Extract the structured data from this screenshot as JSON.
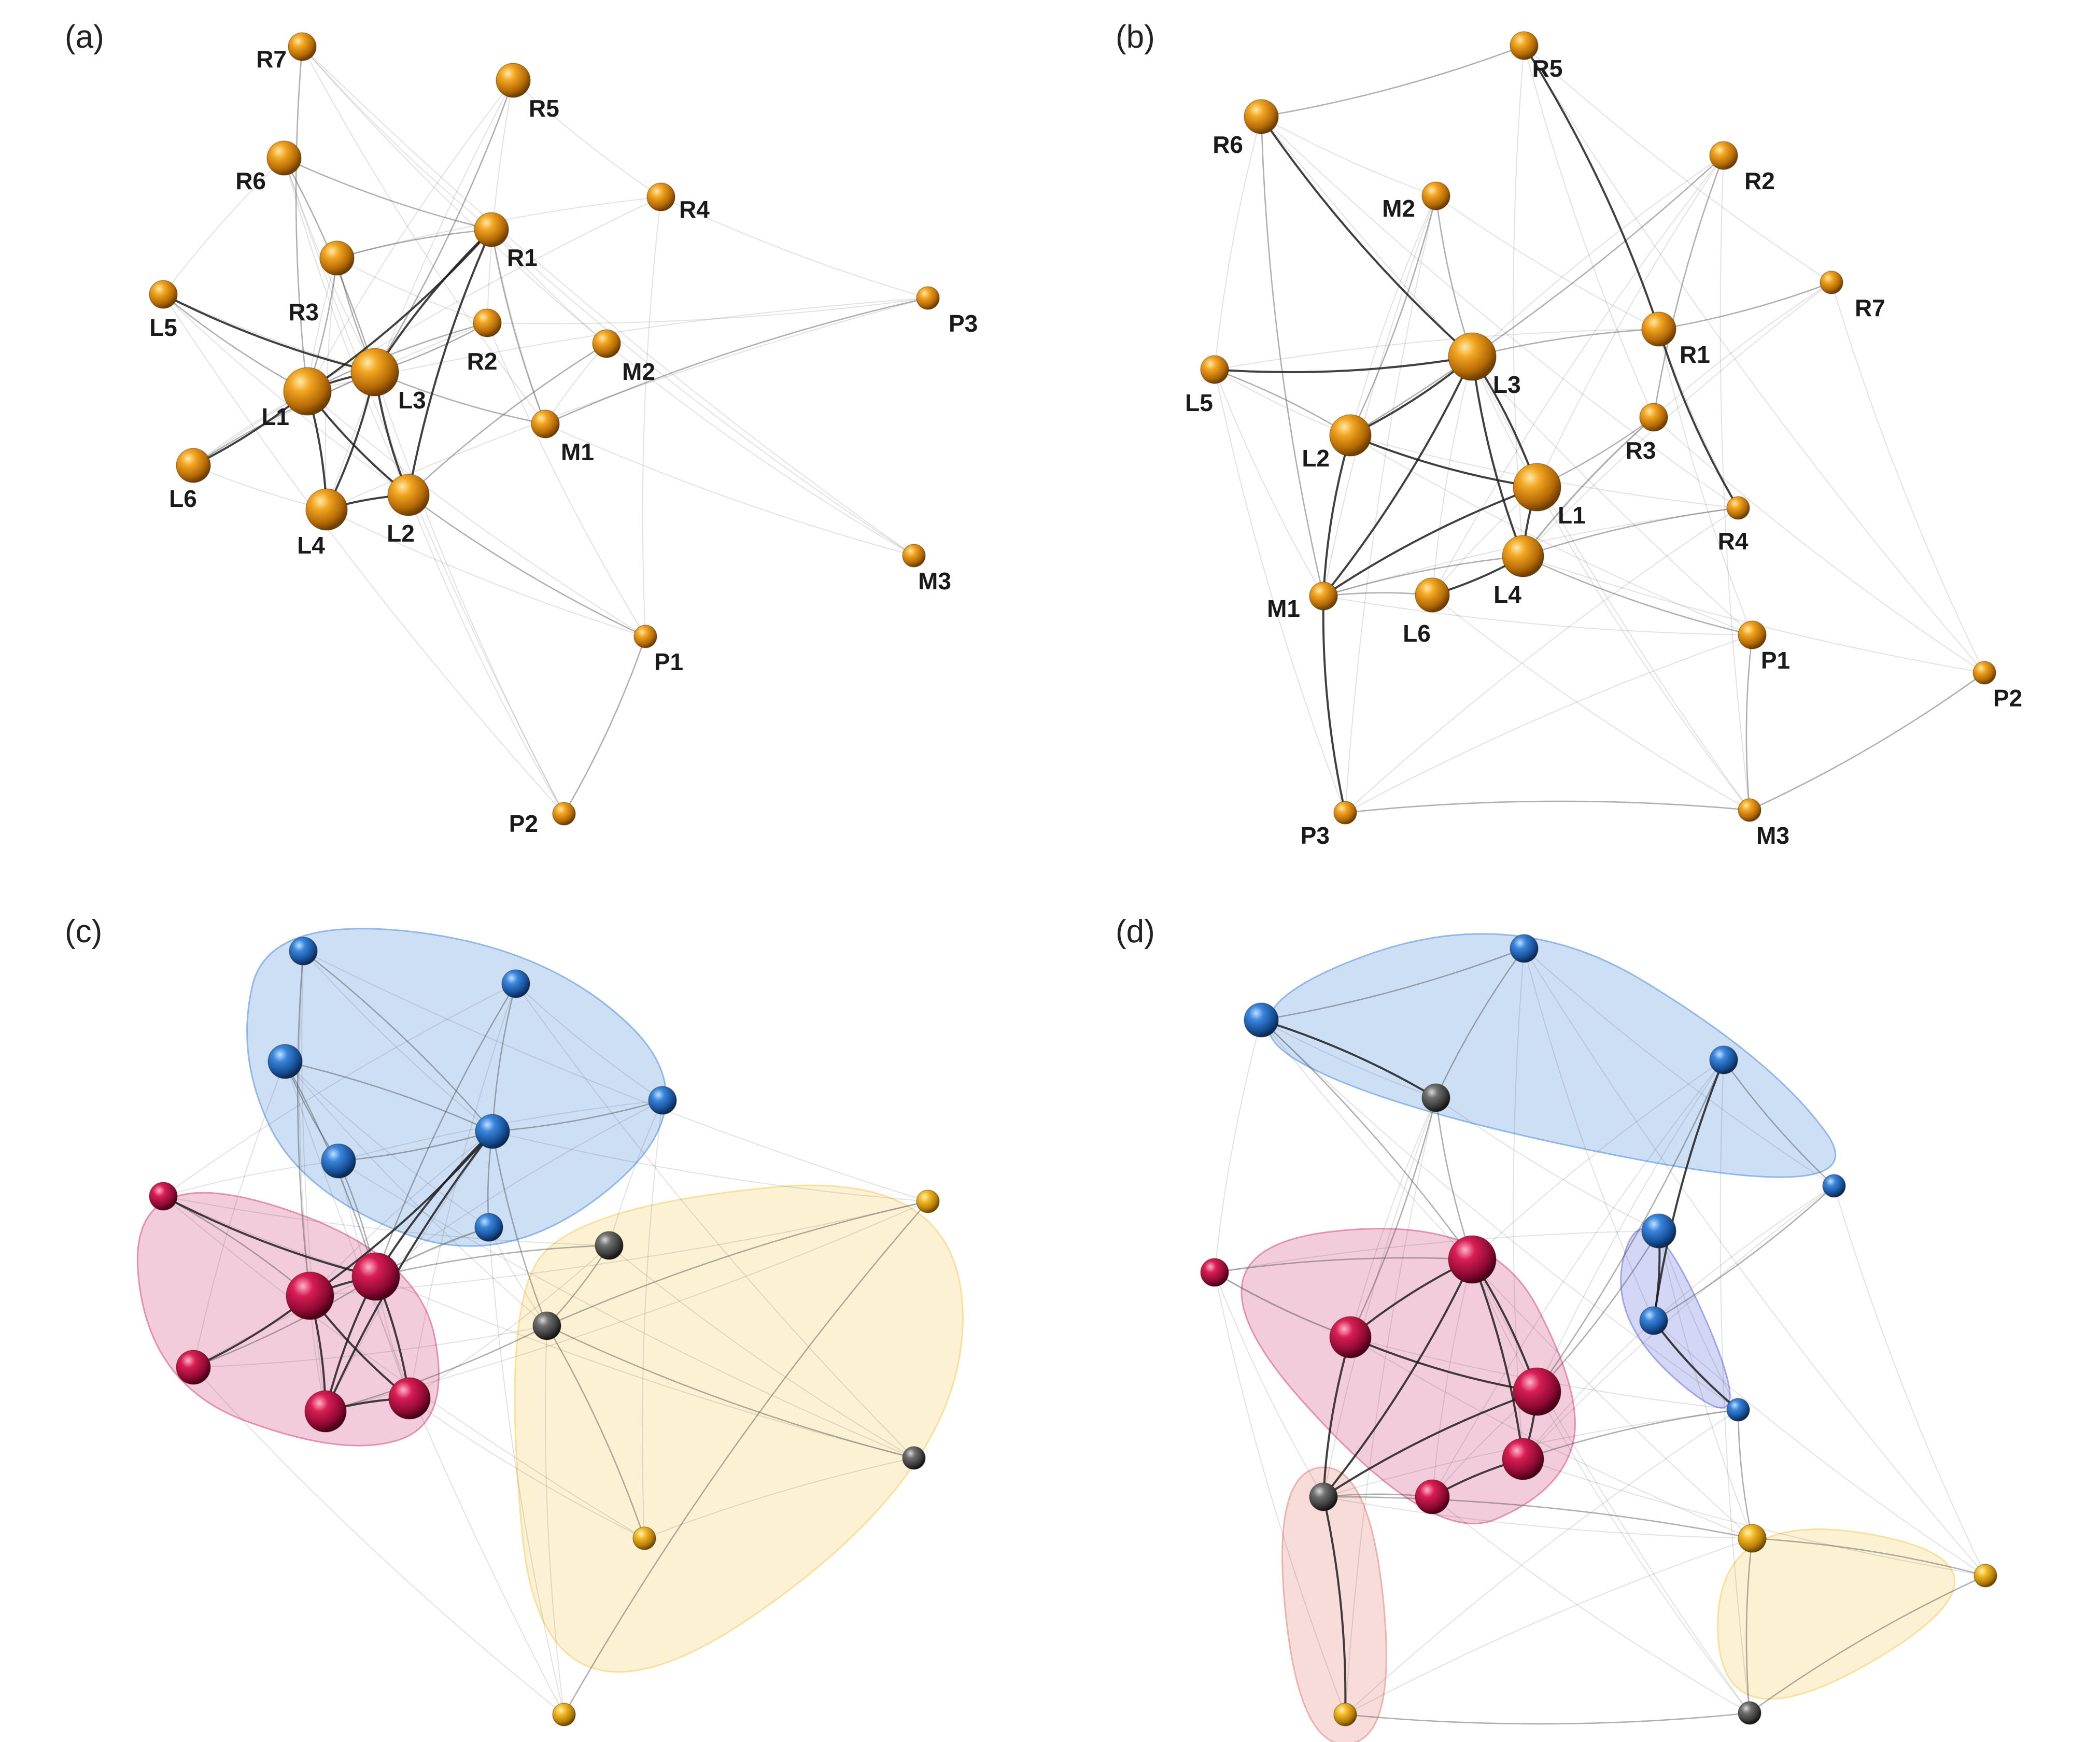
{
  "panels": [
    {
      "id": "a",
      "letter": "(a)",
      "node_color": "orange",
      "nodes": [
        {
          "id": "R7",
          "label": "R7",
          "size": 1
        },
        {
          "id": "R5",
          "label": "R5",
          "size": 2
        },
        {
          "id": "R6",
          "label": "R6",
          "size": 2
        },
        {
          "id": "R4",
          "label": "R4",
          "size": 1
        },
        {
          "id": "R1",
          "label": "R1",
          "size": 2
        },
        {
          "id": "R3",
          "label": "R3",
          "size": 2
        },
        {
          "id": "L5",
          "label": "L5",
          "size": 1
        },
        {
          "id": "R2",
          "label": "R2",
          "size": 1
        },
        {
          "id": "M2",
          "label": "M2",
          "size": 1
        },
        {
          "id": "P3",
          "label": "P3",
          "size": 0
        },
        {
          "id": "L3",
          "label": "L3",
          "size": 4
        },
        {
          "id": "L1",
          "label": "L1",
          "size": 4
        },
        {
          "id": "M1",
          "label": "M1",
          "size": 1
        },
        {
          "id": "L6",
          "label": "L6",
          "size": 2
        },
        {
          "id": "L2",
          "label": "L2",
          "size": 3
        },
        {
          "id": "L4",
          "label": "L4",
          "size": 3
        },
        {
          "id": "M3",
          "label": "M3",
          "size": 0
        },
        {
          "id": "P1",
          "label": "P1",
          "size": 0
        },
        {
          "id": "P2",
          "label": "P2",
          "size": 0
        }
      ],
      "strong_edges": [
        [
          "L1",
          "L3"
        ],
        [
          "L1",
          "L2"
        ],
        [
          "L1",
          "L4"
        ],
        [
          "L3",
          "L2"
        ],
        [
          "L3",
          "L4"
        ],
        [
          "L2",
          "L4"
        ],
        [
          "L1",
          "L6"
        ],
        [
          "L5",
          "L3"
        ],
        [
          "L3",
          "R1"
        ],
        [
          "L1",
          "R1"
        ],
        [
          "L2",
          "R1"
        ]
      ],
      "medium_edges": [
        [
          "L6",
          "L3"
        ],
        [
          "L5",
          "L1"
        ],
        [
          "R3",
          "L1"
        ],
        [
          "R3",
          "L3"
        ],
        [
          "R6",
          "L3"
        ],
        [
          "R7",
          "L1"
        ],
        [
          "R5",
          "L3"
        ],
        [
          "R1",
          "M1"
        ],
        [
          "L2",
          "M2"
        ],
        [
          "L3",
          "M1"
        ],
        [
          "M1",
          "P3"
        ],
        [
          "L2",
          "P1"
        ],
        [
          "P1",
          "P2"
        ],
        [
          "R2",
          "L1"
        ],
        [
          "R2",
          "L3"
        ],
        [
          "R6",
          "R1"
        ],
        [
          "R3",
          "R1"
        ]
      ]
    },
    {
      "id": "b",
      "letter": "(b)",
      "node_color": "orange",
      "nodes": [
        {
          "id": "R5",
          "label": "R5",
          "size": 1
        },
        {
          "id": "R6",
          "label": "R6",
          "size": 2
        },
        {
          "id": "R2",
          "label": "R2",
          "size": 1
        },
        {
          "id": "M2",
          "label": "M2",
          "size": 1
        },
        {
          "id": "R7",
          "label": "R7",
          "size": 0
        },
        {
          "id": "R1",
          "label": "R1",
          "size": 2
        },
        {
          "id": "L3",
          "label": "L3",
          "size": 4
        },
        {
          "id": "L5",
          "label": "L5",
          "size": 1
        },
        {
          "id": "R3",
          "label": "R3",
          "size": 1
        },
        {
          "id": "L2",
          "label": "L2",
          "size": 3
        },
        {
          "id": "L1",
          "label": "L1",
          "size": 4
        },
        {
          "id": "R4",
          "label": "R4",
          "size": 0
        },
        {
          "id": "L4",
          "label": "L4",
          "size": 3
        },
        {
          "id": "M1",
          "label": "M1",
          "size": 1
        },
        {
          "id": "L6",
          "label": "L6",
          "size": 2
        },
        {
          "id": "P1",
          "label": "P1",
          "size": 1
        },
        {
          "id": "P2",
          "label": "P2",
          "size": 0
        },
        {
          "id": "P3",
          "label": "P3",
          "size": 0
        },
        {
          "id": "M3",
          "label": "M3",
          "size": 0
        }
      ],
      "strong_edges": [
        [
          "L3",
          "L1"
        ],
        [
          "L3",
          "L4"
        ],
        [
          "L3",
          "L2"
        ],
        [
          "L1",
          "L4"
        ],
        [
          "L1",
          "L2"
        ],
        [
          "L2",
          "M1"
        ],
        [
          "L3",
          "M1"
        ],
        [
          "L1",
          "M1"
        ],
        [
          "L4",
          "L6"
        ],
        [
          "M1",
          "P3"
        ],
        [
          "L3",
          "L5"
        ],
        [
          "R6",
          "L3"
        ],
        [
          "R5",
          "R1"
        ],
        [
          "R1",
          "R4"
        ]
      ],
      "medium_edges": [
        [
          "M2",
          "L2"
        ],
        [
          "M2",
          "L3"
        ],
        [
          "R2",
          "L2"
        ],
        [
          "R1",
          "L3"
        ],
        [
          "R3",
          "L1"
        ],
        [
          "R3",
          "L4"
        ],
        [
          "R7",
          "R1"
        ],
        [
          "R4",
          "L4"
        ],
        [
          "P1",
          "L4"
        ],
        [
          "M3",
          "P2"
        ],
        [
          "P3",
          "M3"
        ],
        [
          "L6",
          "M1"
        ],
        [
          "M1",
          "L4"
        ],
        [
          "R2",
          "R3"
        ],
        [
          "R5",
          "R6"
        ],
        [
          "R6",
          "M1"
        ],
        [
          "L5",
          "L2"
        ],
        [
          "P1",
          "M3"
        ]
      ]
    },
    {
      "id": "c",
      "letter": "(c)",
      "nodes": [
        {
          "id": "c1",
          "color": "blue",
          "size": 1
        },
        {
          "id": "c2",
          "color": "blue",
          "size": 1
        },
        {
          "id": "c3",
          "color": "blue",
          "size": 2
        },
        {
          "id": "c4",
          "color": "blue",
          "size": 1
        },
        {
          "id": "c5",
          "color": "blue",
          "size": 2
        },
        {
          "id": "c6",
          "color": "blue",
          "size": 2
        },
        {
          "id": "c7",
          "color": "blue",
          "size": 1
        },
        {
          "id": "c8",
          "color": "red",
          "size": 1
        },
        {
          "id": "c9",
          "color": "red",
          "size": 4
        },
        {
          "id": "c10",
          "color": "red",
          "size": 4
        },
        {
          "id": "c11",
          "color": "red",
          "size": 2
        },
        {
          "id": "c12",
          "color": "red",
          "size": 3
        },
        {
          "id": "c13",
          "color": "red",
          "size": 3
        },
        {
          "id": "c14",
          "color": "gray",
          "size": 1
        },
        {
          "id": "c15",
          "color": "gray",
          "size": 1
        },
        {
          "id": "c16",
          "color": "gray",
          "size": 0
        },
        {
          "id": "c17",
          "color": "yellow",
          "size": 0
        },
        {
          "id": "c18",
          "color": "yellow",
          "size": 0
        },
        {
          "id": "c19",
          "color": "yellow",
          "size": 0
        }
      ],
      "hulls": [
        {
          "name": "blue-community",
          "color": "#7baae6",
          "members": [
            "c1",
            "c2",
            "c3",
            "c4",
            "c5",
            "c6",
            "c7"
          ]
        },
        {
          "name": "red-community",
          "color": "#e07aa0",
          "members": [
            "c8",
            "c9",
            "c10",
            "c11",
            "c12",
            "c13"
          ]
        },
        {
          "name": "yellow-community",
          "color": "#f7d98a",
          "members": [
            "c14",
            "c15",
            "c16",
            "c17",
            "c18",
            "c19"
          ]
        }
      ],
      "strong_edges": [
        [
          "c9",
          "c10"
        ],
        [
          "c9",
          "c12"
        ],
        [
          "c9",
          "c13"
        ],
        [
          "c10",
          "c13"
        ],
        [
          "c10",
          "c12"
        ],
        [
          "c12",
          "c13"
        ],
        [
          "c9",
          "c11"
        ],
        [
          "c8",
          "c10"
        ],
        [
          "c10",
          "c5"
        ],
        [
          "c9",
          "c5"
        ],
        [
          "c13",
          "c5"
        ]
      ],
      "medium_edges": [
        [
          "c1",
          "c5"
        ],
        [
          "c2",
          "c5"
        ],
        [
          "c3",
          "c5"
        ],
        [
          "c3",
          "c6"
        ],
        [
          "c4",
          "c5"
        ],
        [
          "c6",
          "c5"
        ],
        [
          "c7",
          "c5"
        ],
        [
          "c1",
          "c9"
        ],
        [
          "c3",
          "c10"
        ],
        [
          "c2",
          "c10"
        ],
        [
          "c8",
          "c9"
        ],
        [
          "c11",
          "c10"
        ],
        [
          "c15",
          "c5"
        ],
        [
          "c15",
          "c16"
        ],
        [
          "c15",
          "c17"
        ],
        [
          "c17",
          "c19"
        ],
        [
          "c14",
          "c15"
        ],
        [
          "c13",
          "c15"
        ],
        [
          "c10",
          "c14"
        ],
        [
          "c18",
          "c15"
        ],
        [
          "c6",
          "c10"
        ],
        [
          "c7",
          "c10"
        ]
      ]
    },
    {
      "id": "d",
      "letter": "(d)",
      "nodes": [
        {
          "id": "d1",
          "color": "blue",
          "size": 1
        },
        {
          "id": "d2",
          "color": "blue",
          "size": 2
        },
        {
          "id": "d3",
          "color": "blue",
          "size": 1
        },
        {
          "id": "d4",
          "color": "gray",
          "size": 1
        },
        {
          "id": "d5",
          "color": "blue",
          "size": 0
        },
        {
          "id": "d6",
          "color": "blue",
          "size": 2
        },
        {
          "id": "d7",
          "color": "red",
          "size": 4
        },
        {
          "id": "d8",
          "color": "red",
          "size": 1
        },
        {
          "id": "d9",
          "color": "blue",
          "size": 1
        },
        {
          "id": "d10",
          "color": "red",
          "size": 3
        },
        {
          "id": "d11",
          "color": "red",
          "size": 4
        },
        {
          "id": "d12",
          "color": "blue",
          "size": 0
        },
        {
          "id": "d13",
          "color": "red",
          "size": 3
        },
        {
          "id": "d14",
          "color": "gray",
          "size": 1
        },
        {
          "id": "d15",
          "color": "red",
          "size": 2
        },
        {
          "id": "d16",
          "color": "yellow",
          "size": 1
        },
        {
          "id": "d17",
          "color": "yellow",
          "size": 0
        },
        {
          "id": "d18",
          "color": "yellow",
          "size": 0
        },
        {
          "id": "d19",
          "color": "gray",
          "size": 0
        }
      ],
      "hulls": [
        {
          "name": "blue-community",
          "color": "#7baae6",
          "members": [
            "d1",
            "d2",
            "d3",
            "d4",
            "d5"
          ]
        },
        {
          "name": "violet-community",
          "color": "#8f93e6",
          "members": [
            "d6",
            "d9",
            "d12"
          ]
        },
        {
          "name": "red-community",
          "color": "#e07aa0",
          "members": [
            "d7",
            "d8",
            "d10",
            "d11",
            "d13",
            "d15"
          ]
        },
        {
          "name": "salmon-community",
          "color": "#e9a49a",
          "members": [
            "d14",
            "d18"
          ]
        },
        {
          "name": "yellow-community",
          "color": "#f7d98a",
          "members": [
            "d16",
            "d17",
            "d19"
          ]
        }
      ],
      "strong_edges": [
        [
          "d7",
          "d11"
        ],
        [
          "d7",
          "d10"
        ],
        [
          "d7",
          "d13"
        ],
        [
          "d10",
          "d11"
        ],
        [
          "d11",
          "d13"
        ],
        [
          "d10",
          "d14"
        ],
        [
          "d7",
          "d14"
        ],
        [
          "d11",
          "d14"
        ],
        [
          "d14",
          "d18"
        ],
        [
          "d13",
          "d15"
        ],
        [
          "d6",
          "d9"
        ],
        [
          "d9",
          "d12"
        ],
        [
          "d2",
          "d4"
        ],
        [
          "d3",
          "d9"
        ]
      ],
      "medium_edges": [
        [
          "d1",
          "d2"
        ],
        [
          "d1",
          "d4"
        ],
        [
          "d4",
          "d10"
        ],
        [
          "d4",
          "d7"
        ],
        [
          "d2",
          "d7"
        ],
        [
          "d3",
          "d5"
        ],
        [
          "d5",
          "d9"
        ],
        [
          "d12",
          "d16"
        ],
        [
          "d16",
          "d17"
        ],
        [
          "d16",
          "d19"
        ],
        [
          "d19",
          "d17"
        ],
        [
          "d18",
          "d19"
        ],
        [
          "d14",
          "d16"
        ],
        [
          "d8",
          "d10"
        ],
        [
          "d8",
          "d7"
        ],
        [
          "d15",
          "d14"
        ],
        [
          "d13",
          "d12"
        ],
        [
          "d11",
          "d6"
        ],
        [
          "d3",
          "d11"
        ]
      ]
    }
  ],
  "colors": {
    "orange": "#d98a0c",
    "blue": "#2a6fc6",
    "red": "#c01247",
    "gray": "#555555",
    "yellow": "#e7a51a",
    "edge": "#4d4d4d",
    "label": "#1a1a1a"
  }
}
